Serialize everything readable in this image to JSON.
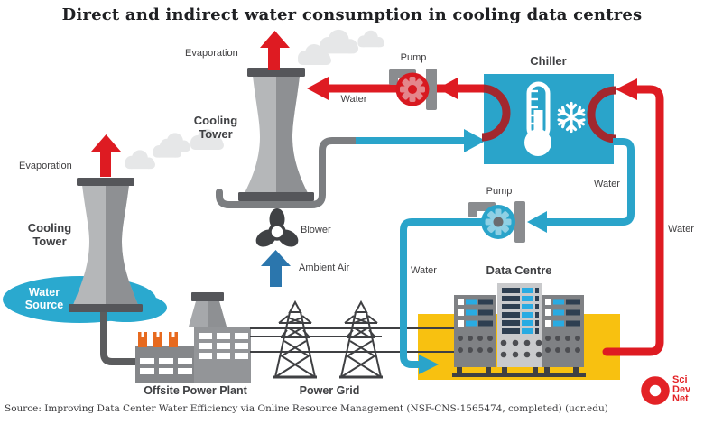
{
  "title": "Direct and indirect water consumption in cooling data centres",
  "source_note": "Source: Improving Data Center Water Efficiency via Online Resource Management (NSF-CNS-1565474, completed) (ucr.edu)",
  "nodes": {
    "cooling_tower_left": {
      "label": "Cooling Tower",
      "evaporation": "Evaporation"
    },
    "cooling_tower_center": {
      "label": "Cooling Tower",
      "evaporation": "Evaporation"
    },
    "water_source": {
      "label": "Water Source"
    },
    "pump_top": {
      "label": "Pump"
    },
    "pump_mid": {
      "label": "Pump"
    },
    "chiller": {
      "label": "Chiller"
    },
    "blower": {
      "label": "Blower"
    },
    "ambient_air": {
      "label": "Ambient Air"
    },
    "data_centre": {
      "label": "Data Centre"
    },
    "offsite_power_plant": {
      "label": "Offsite Power Plant"
    },
    "power_grid": {
      "label": "Power Grid"
    }
  },
  "flow_labels": {
    "water_to_cooling_tower": "Water",
    "water_chiller_loop": "Water",
    "water_to_data_centre": "Water",
    "water_return": "Water"
  },
  "logo": {
    "line1": "Sci",
    "line2": "Dev",
    "line3": "Net"
  },
  "colors": {
    "teal": "#2AA4CA",
    "red": "#DE1B22",
    "dark_red": "#A2282E",
    "yellow": "#F8C110",
    "tower_light": "#B5B7B9",
    "tower_dark": "#8E9093",
    "charcoal": "#55565A",
    "label_gray": "#414042",
    "cloud": "#E6E7E8",
    "orange": "#E76A1F",
    "ambient_blue": "#2B76AD"
  }
}
